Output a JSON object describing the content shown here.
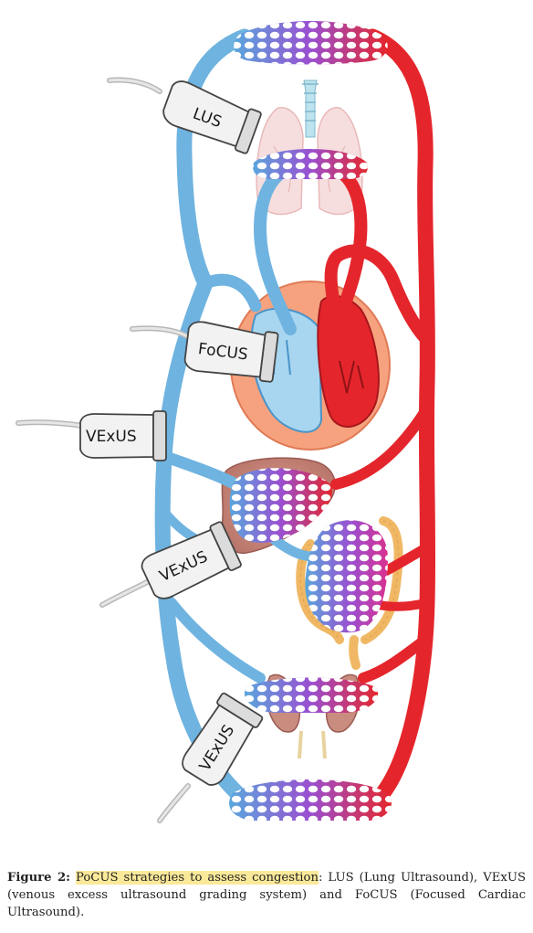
{
  "probes": {
    "lus": "LUS",
    "focus": "FoCUS",
    "vexus_1": "VExUS",
    "vexus_2": "VExUS",
    "vexus_3": "VExUS"
  },
  "caption": {
    "label": "Figure 2:",
    "highlight": "PoCUS strategies to assess congestion",
    "rest": ": LUS (Lung Ultrasound), VExUS (venous excess ultrasound grading system) and FoCUS (Focused Cardiac Ultrasound)."
  },
  "colors": {
    "vein": "#6fb3e0",
    "vein_dark": "#3a86c4",
    "artery": "#e4262c",
    "artery_dark": "#b51c21",
    "capillary_mid": "#9a4fd0",
    "heart_outer": "#f6a27f",
    "highlight": "#fbe99a"
  }
}
